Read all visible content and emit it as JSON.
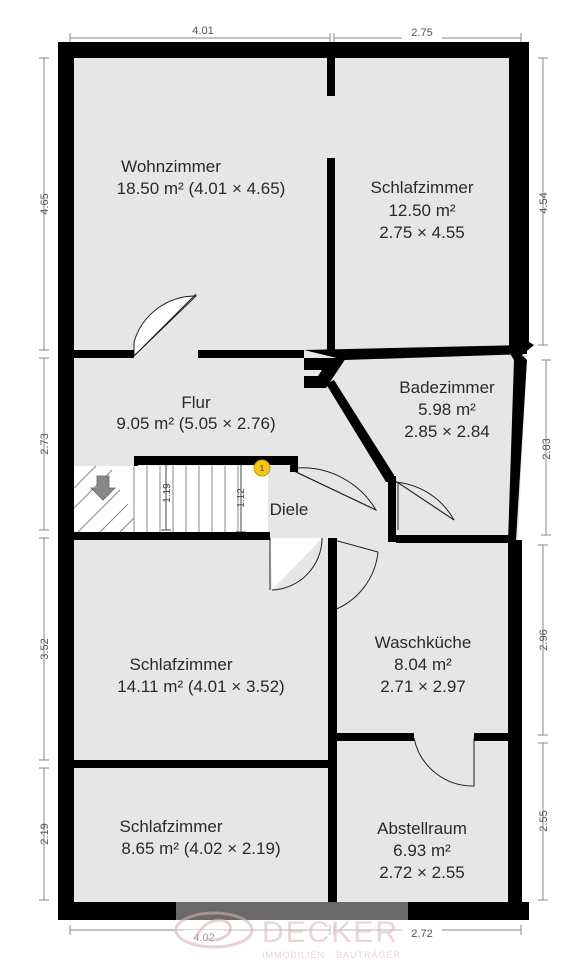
{
  "colors": {
    "wall": "#000000",
    "floor": "#e6e6e6",
    "dimension": "#777777",
    "marker": "#f5c518",
    "watermark": "#d9b3b3"
  },
  "rooms": {
    "wohnzimmer": {
      "name": "Wohnzimmer",
      "info1": "18.50 m² (4.01 × 4.65)",
      "info2": ""
    },
    "schlafzimmer_ne": {
      "name": "Schlafzimmer",
      "info1": "12.50 m²",
      "info2": "2.75 × 4.55"
    },
    "flur": {
      "name": "Flur",
      "info1": "9.05 m² (5.05 × 2.76)",
      "info2": ""
    },
    "badezimmer": {
      "name": "Badezimmer",
      "info1": "5.98 m²",
      "info2": "2.85 × 2.84"
    },
    "diele": {
      "name": "Diele",
      "info1": "",
      "info2": ""
    },
    "schlafzimmer_w": {
      "name": "Schlafzimmer",
      "info1": "14.11 m² (4.01 × 3.52)",
      "info2": ""
    },
    "waschkueche": {
      "name": "Waschküche",
      "info1": "8.04 m²",
      "info2": "2.71 × 2.97"
    },
    "schlafzimmer_sw": {
      "name": "Schlafzimmer",
      "info1": "8.65 m² (4.02 × 2.19)",
      "info2": ""
    },
    "abstellraum": {
      "name": "Abstellraum",
      "info1": "6.93 m²",
      "info2": "2.72 × 2.55"
    }
  },
  "dimensions": {
    "top_left": "4.01",
    "top_right": "2.75",
    "bottom_left": "4.02",
    "bottom_right": "2.72",
    "left_1": "4.65",
    "left_2": "2.73",
    "left_3": "3.52",
    "left_4": "2.19",
    "right_1": "4.54",
    "right_2": "2.83",
    "right_3": "2.96",
    "right_4": "2.55",
    "stair_1": "1.19",
    "stair_2": "1.12"
  },
  "marker": {
    "label": "1"
  },
  "watermark": {
    "brand": "DECKER",
    "tagline": "IMMOBILIEN · BAUTRÄGER"
  }
}
